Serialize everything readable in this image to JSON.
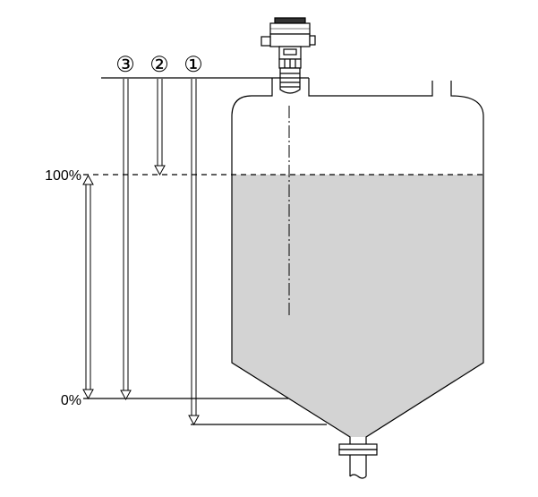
{
  "markers": {
    "m3": "③",
    "m2": "②",
    "m1": "①"
  },
  "levels": {
    "full": "100%",
    "empty": "0%"
  },
  "colors": {
    "liquid": "#d3d3d3",
    "line": "#000000",
    "background": "#ffffff"
  },
  "icons": {
    "sensor": "radar-level-sensor-icon"
  }
}
